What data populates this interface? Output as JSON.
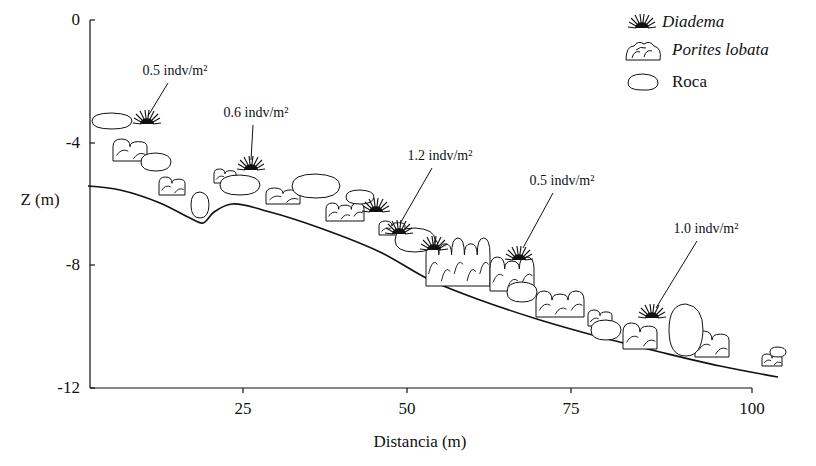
{
  "diagram": {
    "labels": [
      "0",
      "-4",
      "-8",
      "-12",
      "Z (m)",
      "25",
      "50",
      "75",
      "100",
      "Distancia (m)",
      "0.5 indv/m²",
      "0.6 indv/m²",
      "1.2 indv/m²",
      "0.5 indv/m²",
      "1.0 indv/m²"
    ],
    "legend": [
      {
        "text": "Diadema"
      },
      {
        "text": "Porites lobata"
      },
      {
        "text": "Roca"
      }
    ]
  }
}
